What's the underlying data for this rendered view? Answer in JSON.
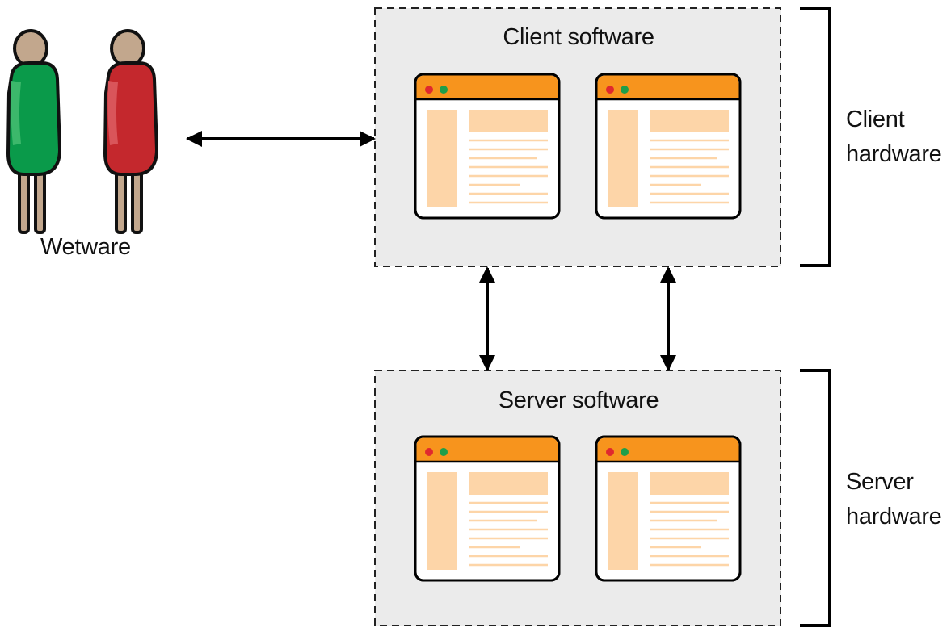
{
  "people": {
    "label": "Wetware",
    "figures": [
      {
        "name": "user-green",
        "color": "#0a9a4a",
        "shade": "#3cb86b"
      },
      {
        "name": "user-red",
        "color": "#c4282d",
        "shade": "#d9555a"
      }
    ],
    "skin_color": "#c2a78d"
  },
  "client_box": {
    "title": "Client software",
    "windows": 2
  },
  "server_box": {
    "title": "Server software",
    "windows": 2
  },
  "brackets": {
    "client": {
      "line1": "Client",
      "line2": "hardware"
    },
    "server": {
      "line1": "Server",
      "line2": "hardware"
    }
  },
  "colors": {
    "box_fill": "#ebebeb",
    "box_border": "#222222",
    "window_header": "#f7941d",
    "window_content": "#fdd5a8",
    "dot_red": "#e0282e",
    "dot_green": "#1e9e4a"
  }
}
